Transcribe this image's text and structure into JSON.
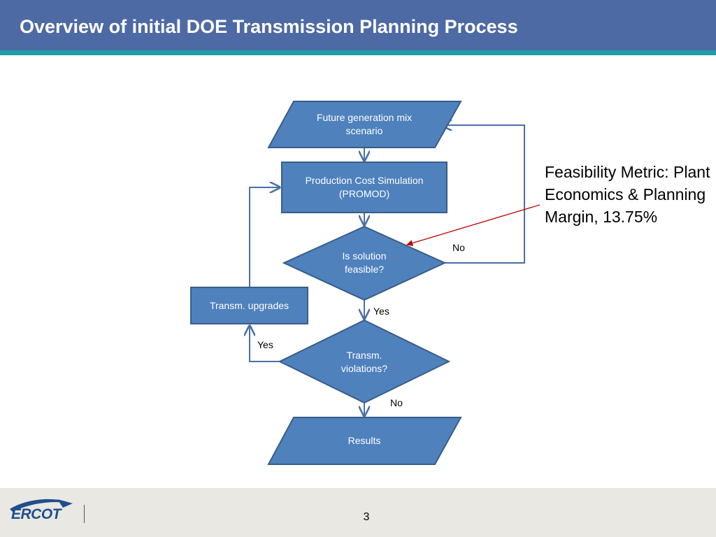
{
  "slide": {
    "title": "Overview of initial DOE Transmission Planning Process",
    "page_number": "3"
  },
  "logo": {
    "text": "ERCOT"
  },
  "flowchart": {
    "nodes": {
      "future_generation": {
        "label": "Future generation mix scenario",
        "shape": "parallelogram"
      },
      "production_cost": {
        "label": "Production Cost Simulation (PROMOD)",
        "shape": "rectangle"
      },
      "is_feasible": {
        "label": "Is solution feasible?",
        "shape": "diamond"
      },
      "transm_upgrades": {
        "label": "Transm. upgrades",
        "shape": "rectangle"
      },
      "transm_violations": {
        "label": "Transm. violations?",
        "shape": "diamond"
      },
      "results": {
        "label": "Results",
        "shape": "parallelogram"
      }
    },
    "edges": [
      {
        "from": "future_generation",
        "to": "production_cost",
        "label": ""
      },
      {
        "from": "production_cost",
        "to": "is_feasible",
        "label": ""
      },
      {
        "from": "is_feasible",
        "to": "future_generation",
        "label": "No"
      },
      {
        "from": "is_feasible",
        "to": "transm_violations",
        "label": "Yes"
      },
      {
        "from": "transm_violations",
        "to": "transm_upgrades",
        "label": "Yes"
      },
      {
        "from": "transm_upgrades",
        "to": "production_cost",
        "label": ""
      },
      {
        "from": "transm_violations",
        "to": "results",
        "label": "No"
      }
    ],
    "edge_labels": {
      "feasible_no": "No",
      "feasible_yes": "Yes",
      "violations_yes": "Yes",
      "violations_no": "No"
    },
    "callout": {
      "text": "Feasibility Metric: Plant Economics & Planning Margin, 13.75%",
      "points_to": "is_feasible"
    }
  },
  "colors": {
    "header": "#4e6aa5",
    "header_stripe": "#1f9ea8",
    "node_fill": "#4f81bd",
    "node_border": "#385d8a",
    "connector": "#4a6fa5",
    "callout_arrow": "#c00000",
    "footer": "#e9e8e2"
  }
}
